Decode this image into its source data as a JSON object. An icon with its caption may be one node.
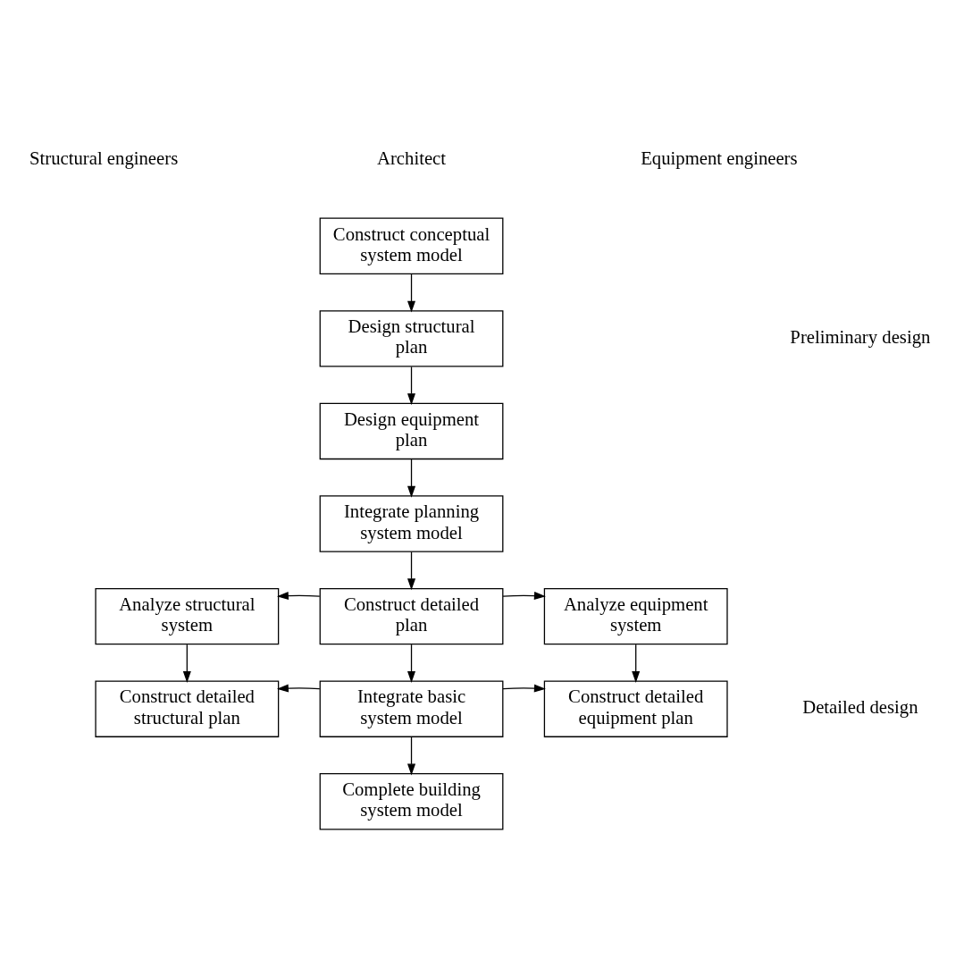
{
  "diagram": {
    "nodes": [
      {
        "text": [
          "Construct conceptual system model"
        ]
      },
      {
        "text": [
          "Design structural plan"
        ]
      },
      {
        "text": [
          "Design equipment plan"
        ]
      },
      {
        "text": [
          "Integrate planning system model"
        ]
      },
      {
        "text": [
          "Construct detailed plan"
        ]
      },
      {
        "text": [
          "Analyze structural system"
        ]
      },
      {
        "text": [
          "Analyze equipment system"
        ]
      },
      {
        "text": [
          "Construct detailed structural plan"
        ]
      },
      {
        "text": [
          "Integrate basic system model"
        ]
      },
      {
        "text": [
          "Construct detailed equipment plan"
        ]
      },
      {
        "text": [
          "Complete building system model"
        ]
      }
    ],
    "edges": [
      {
        "from": 0,
        "to": 1,
        "arrow": "to"
      },
      {
        "from": 1,
        "to": 2,
        "arrow": "to"
      },
      {
        "from": 2,
        "to": 3,
        "arrow": "to"
      },
      {
        "from": 3,
        "to": 4,
        "arrow": "to"
      },
      {
        "from": 4,
        "to": 5,
        "arrow": "to"
      },
      {
        "from": 4,
        "to": 6,
        "arrow": "to"
      },
      {
        "from": 4,
        "to": 8,
        "arrow": "to"
      },
      {
        "from": 5,
        "to": 7,
        "arrow": "to"
      },
      {
        "from": 6,
        "to": 9,
        "arrow": "to"
      },
      {
        "from": 8,
        "to": 7,
        "arrow": "to"
      },
      {
        "from": 8,
        "to": 9,
        "arrow": "to"
      },
      {
        "from": 8,
        "to": 10,
        "arrow": "to"
      }
    ],
    "labels": [
      "Structural engineers",
      "Architect",
      "Equipment engineers",
      "Preliminary design",
      "Detailed design"
    ]
  }
}
